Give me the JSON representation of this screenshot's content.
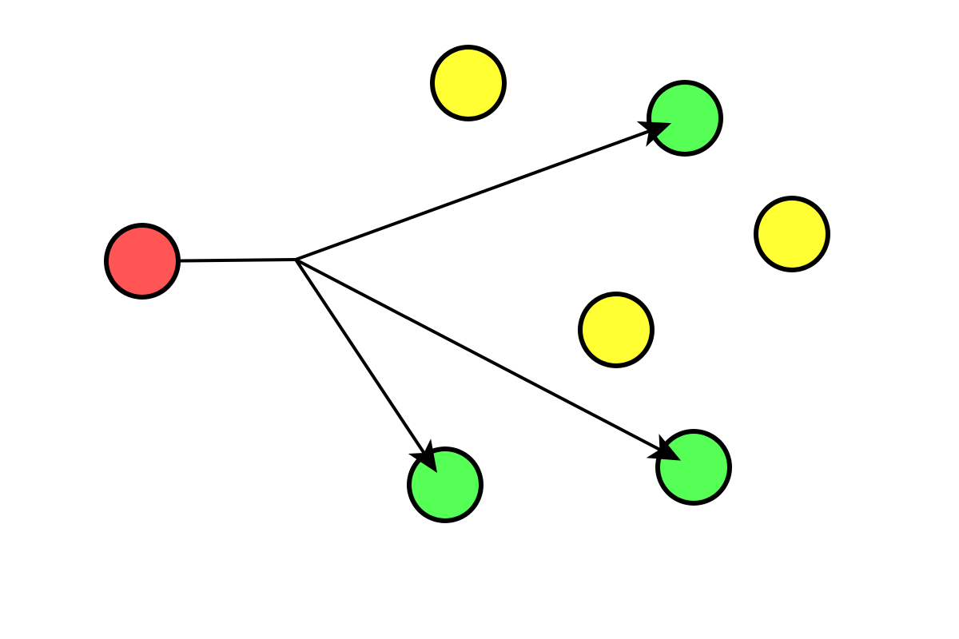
{
  "colors": {
    "background": "#ffffff",
    "source": "#ff5555",
    "target": "#55ff55",
    "other": "#ffff33",
    "stroke": "#000000"
  },
  "nodes": [
    {
      "id": "source",
      "role": "source"
    },
    {
      "id": "yellow-top",
      "role": "other"
    },
    {
      "id": "green-top-right",
      "role": "target"
    },
    {
      "id": "yellow-right",
      "role": "other"
    },
    {
      "id": "yellow-middle",
      "role": "other"
    },
    {
      "id": "green-bottom-left",
      "role": "target"
    },
    {
      "id": "green-bottom-right",
      "role": "target"
    }
  ],
  "edges": [
    {
      "from": "source",
      "to": "junction",
      "arrow": false
    },
    {
      "from": "junction",
      "to": "green-top-right",
      "arrow": true
    },
    {
      "from": "junction",
      "to": "green-bottom-right",
      "arrow": true
    },
    {
      "from": "junction",
      "to": "green-bottom-left",
      "arrow": true
    }
  ]
}
